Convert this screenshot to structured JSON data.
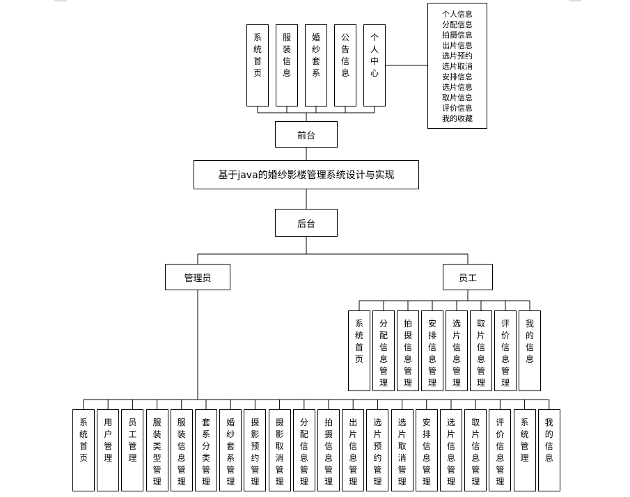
{
  "title": "基于java的婚纱影楼管理系统设计与实现",
  "frontend": {
    "label": "前台",
    "modules": [
      "系统首页",
      "服装信息",
      "婚纱套系",
      "公告信息",
      "个人中心"
    ],
    "personal_center_items": [
      "个人信息",
      "分配信息",
      "拍摄信息",
      "出片信息",
      "选片预约",
      "选片取消",
      "安排信息",
      "选片信息",
      "取片信息",
      "评价信息",
      "我的收藏"
    ]
  },
  "backend": {
    "label": "后台",
    "admin": {
      "label": "管理员",
      "modules": [
        "系统首页",
        "用户管理",
        "员工管理",
        "服装类型管理",
        "服装信息管理",
        "套系分类管理",
        "婚纱套系管理",
        "摄影预约管理",
        "摄影取消管理",
        "分配信息管理",
        "拍摄信息管理",
        "出片信息管理",
        "选片预约管理",
        "选片取消管理",
        "安排信息管理",
        "选片信息管理",
        "取片信息管理",
        "评价信息管理",
        "系统管理",
        "我的信息"
      ]
    },
    "staff": {
      "label": "员工",
      "modules": [
        "系统首页",
        "分配信息管理",
        "拍摄信息管理",
        "安排信息管理",
        "选片信息管理",
        "取片信息管理",
        "评价信息管理",
        "我的信息"
      ]
    }
  }
}
